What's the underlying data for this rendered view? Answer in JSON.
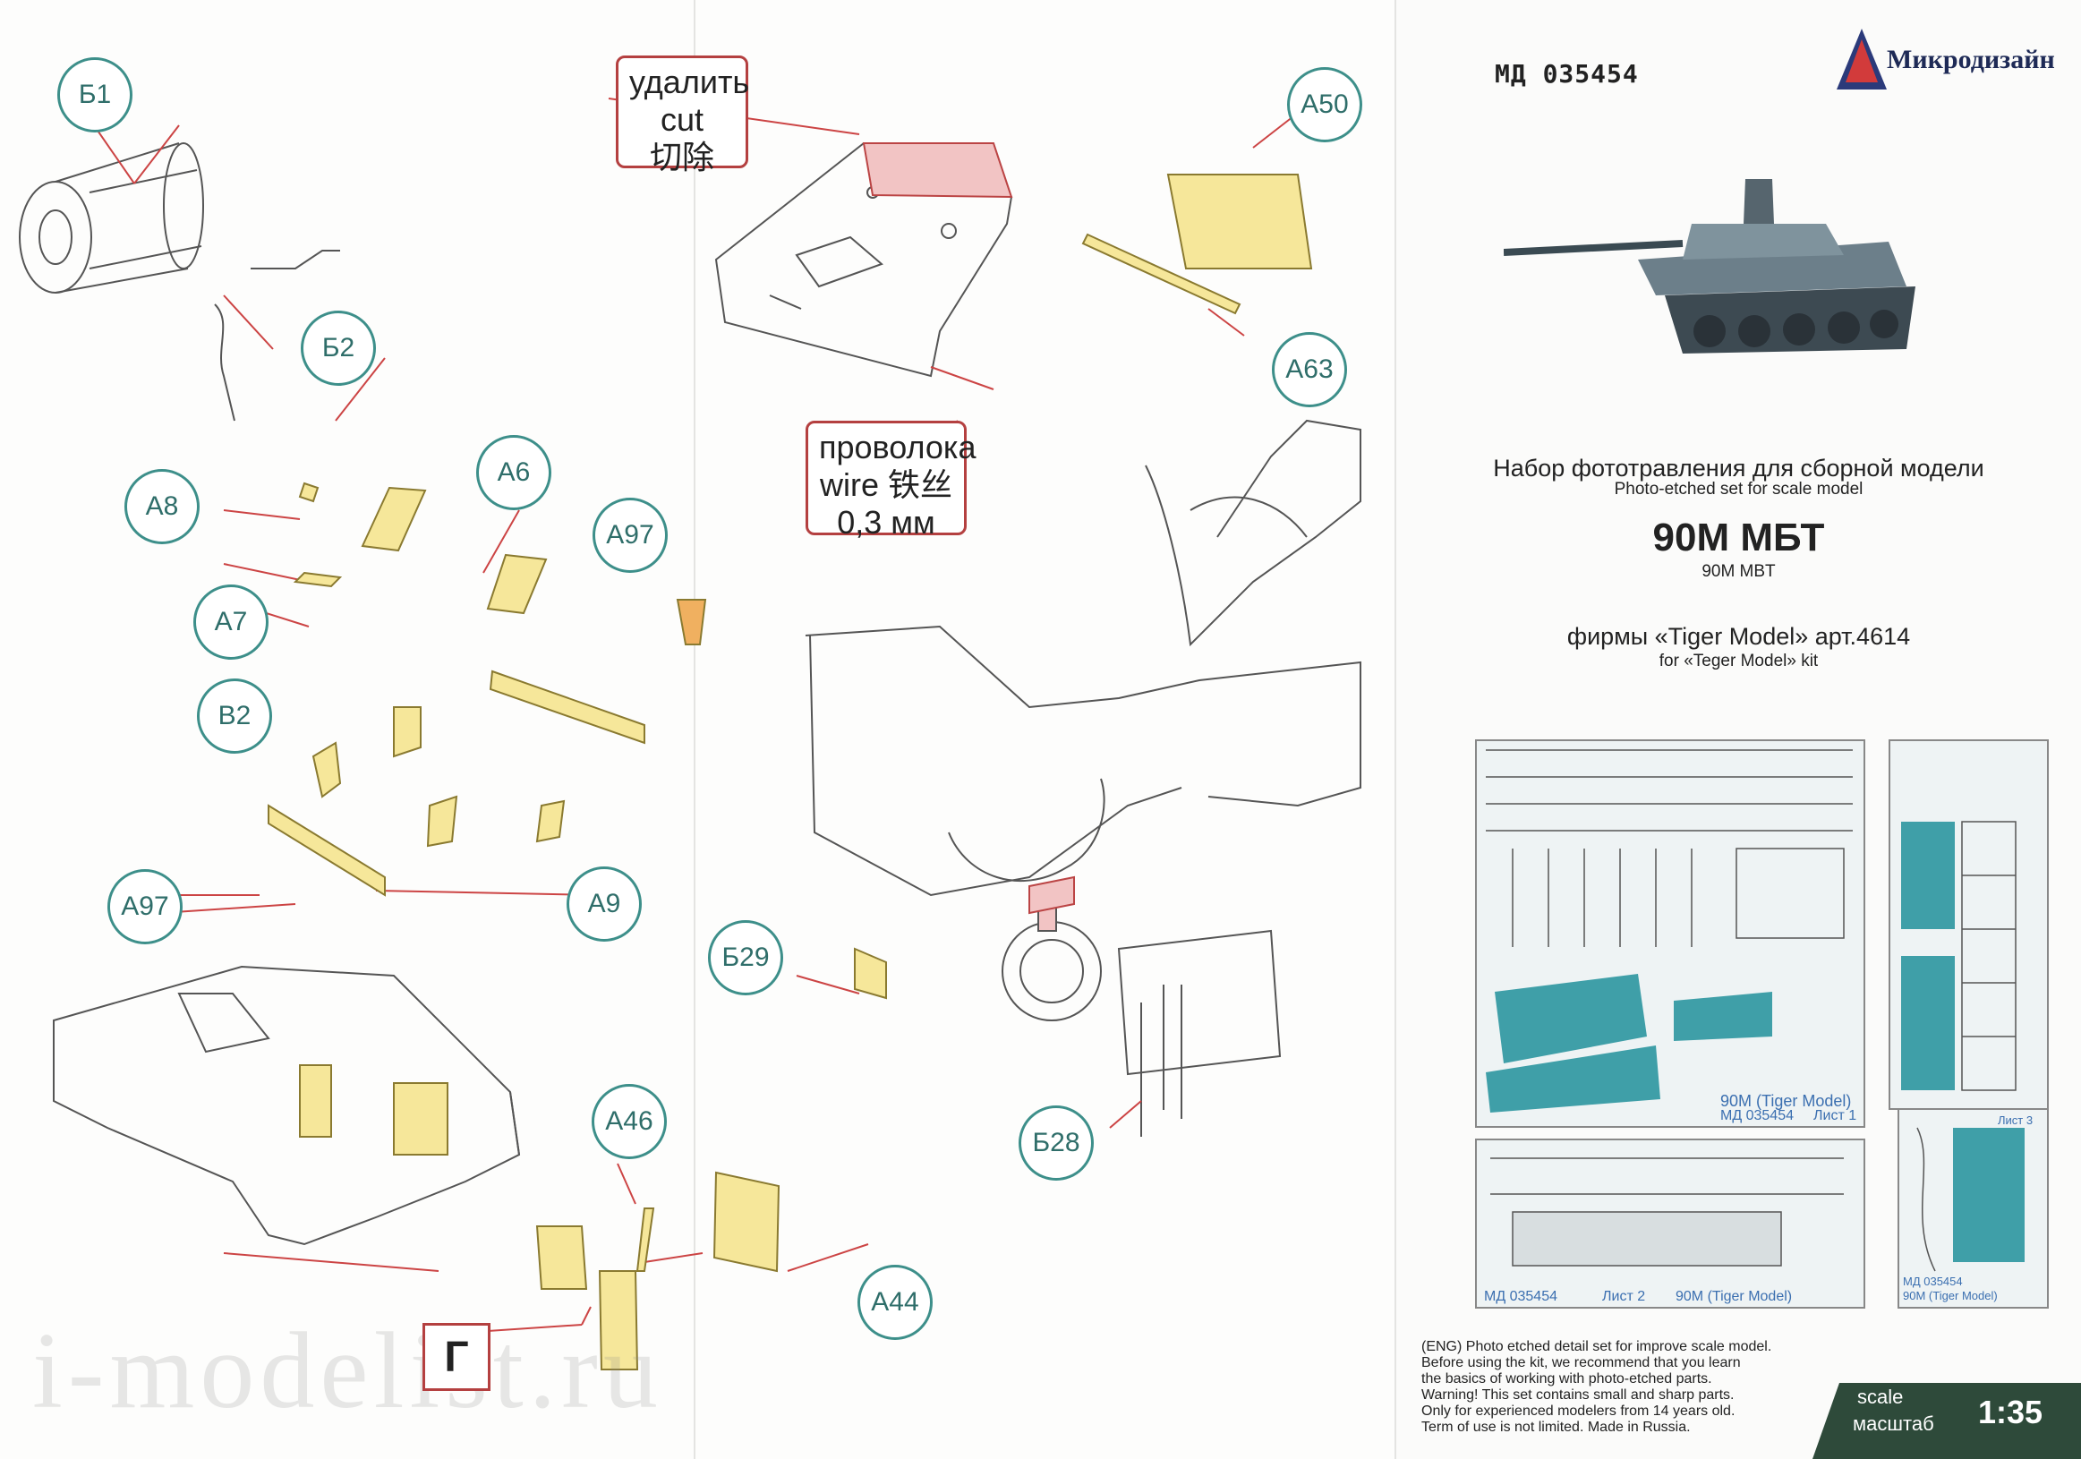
{
  "labels": {
    "b1": "Б1",
    "b2": "Б2",
    "a8": "А8",
    "a6": "А6",
    "a7": "А7",
    "a97_top": "А97",
    "v2": "В2",
    "a97": "А97",
    "a9": "А9",
    "a46": "А46",
    "a44": "А44",
    "a50": "А50",
    "a63": "А63",
    "b29": "Б29",
    "b28": "Б28"
  },
  "notes": {
    "cut": [
      "удалить",
      "cut",
      "切除"
    ],
    "wire": [
      "проволока",
      "wire 铁丝",
      "0,3 мм"
    ],
    "g_box": "Г"
  },
  "cover": {
    "article": "МД 035454",
    "brand": "Микродизайн",
    "title_ru": "Набор фототравления для сборной модели",
    "title_en": "Photo-etched set for scale model",
    "model_ru": "90М МБТ",
    "model_en": "90M MBT",
    "kit_ru": "фирмы «Tiger Model» арт.4614",
    "kit_en": "for «Teger Model» kit",
    "fret1_name": "90M (Tiger Model)",
    "fret1_art": "МД 035454",
    "fret1_sheet": "Лист 1",
    "fret2_art": "МД 035454",
    "fret2_sheet": "Лист 2",
    "fret2_name": "90M (Tiger Model)",
    "fret3_name": "90M (Tiger Model)",
    "fret3_art": "МД 035454",
    "fret3_sheet": "Лист 3"
  },
  "warning": {
    "line1": "(ENG) Photo etched detail set for improve scale model.",
    "line2": "Before using the kit, we recommend that you learn",
    "line3": "the basics of working with photo-etched parts.",
    "line4": "Warning! This set contains small and sharp parts.",
    "line5": "Only for experienced modelers from 14 years old.",
    "line6": "Term of use is not limited. Made in Russia."
  },
  "scale": {
    "label_en": "scale",
    "label_ru": "масштаб",
    "value": "1:35"
  },
  "watermark": "i-modelist.ru",
  "colors": {
    "part_fill": "#f6e79a",
    "label_ring": "#3d8f8a",
    "note_border": "#b44040",
    "cut_fill": "#f2c4c4",
    "fret_teal": "#3f9fa8"
  }
}
